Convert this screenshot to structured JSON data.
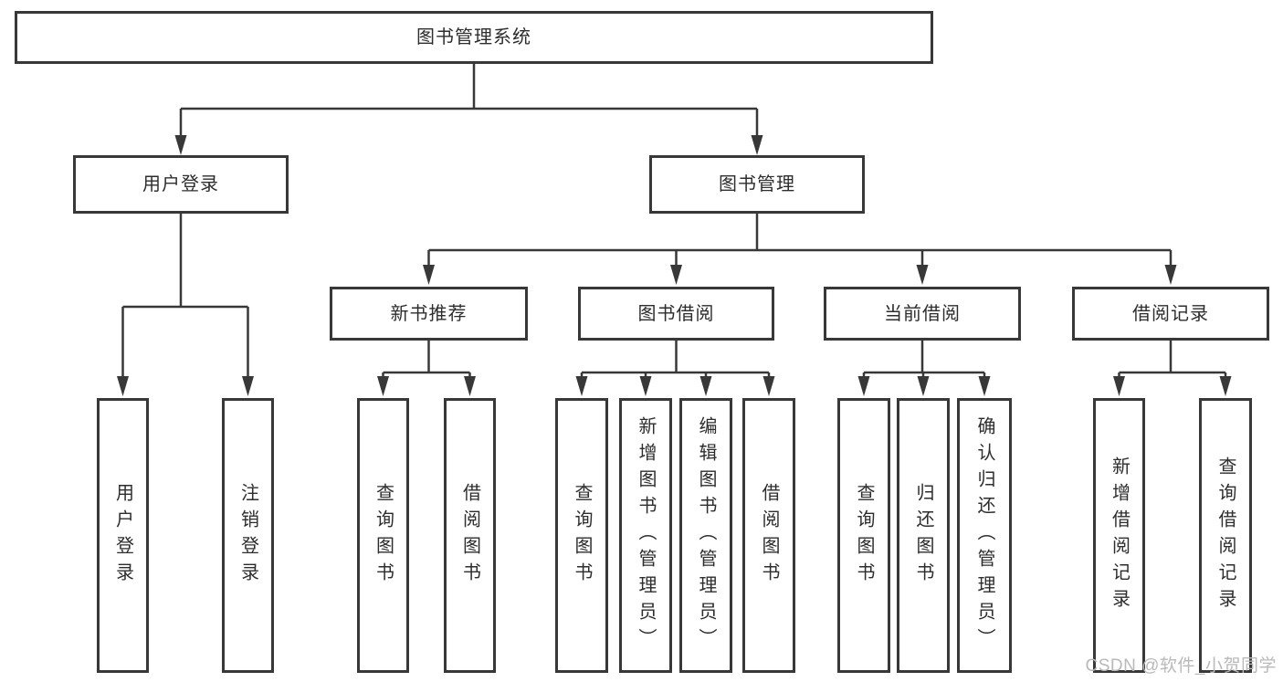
{
  "colors": {
    "line": "#383838",
    "text": "#2d2d2d",
    "watermark": "#b9b9b9",
    "background": "#ffffff"
  },
  "watermark": {
    "text": "CSDN @软件_小贺同学"
  },
  "tree": {
    "root": "图书管理系统",
    "children": [
      {
        "label": "用户登录",
        "leaves": [
          "用户登录",
          "注销登录"
        ]
      },
      {
        "label": "图书管理",
        "children": [
          {
            "label": "新书推荐",
            "leaves": [
              "查询图书",
              "借阅图书"
            ]
          },
          {
            "label": "图书借阅",
            "leaves": [
              "查询图书",
              "新增图书（管理员）",
              "编辑图书（管理员）",
              "借阅图书"
            ]
          },
          {
            "label": "当前借阅",
            "leaves": [
              "查询图书",
              "归还图书",
              "确认归还（管理员）"
            ]
          },
          {
            "label": "借阅记录",
            "leaves": [
              "新增借阅记录",
              "查询借阅记录"
            ]
          }
        ]
      }
    ]
  }
}
